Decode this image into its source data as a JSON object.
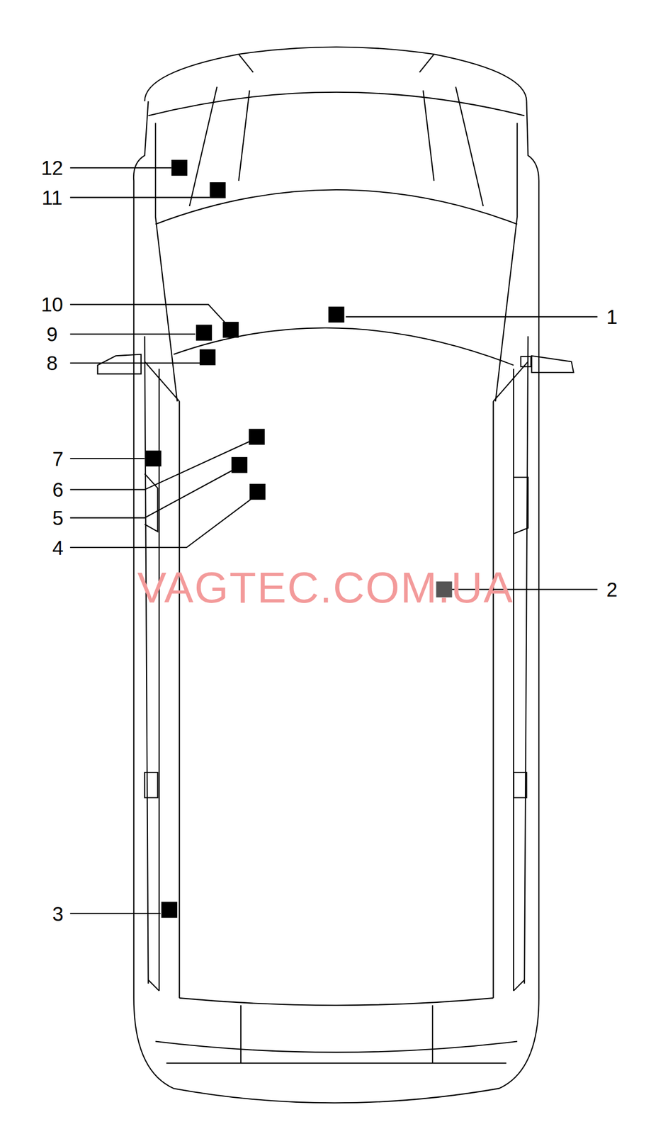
{
  "diagram": {
    "labels": [
      "12",
      "11",
      "10",
      "1",
      "9",
      "8",
      "7",
      "6",
      "5",
      "4",
      "VAGTEC.COM.UA",
      "2",
      "3"
    ]
  }
}
